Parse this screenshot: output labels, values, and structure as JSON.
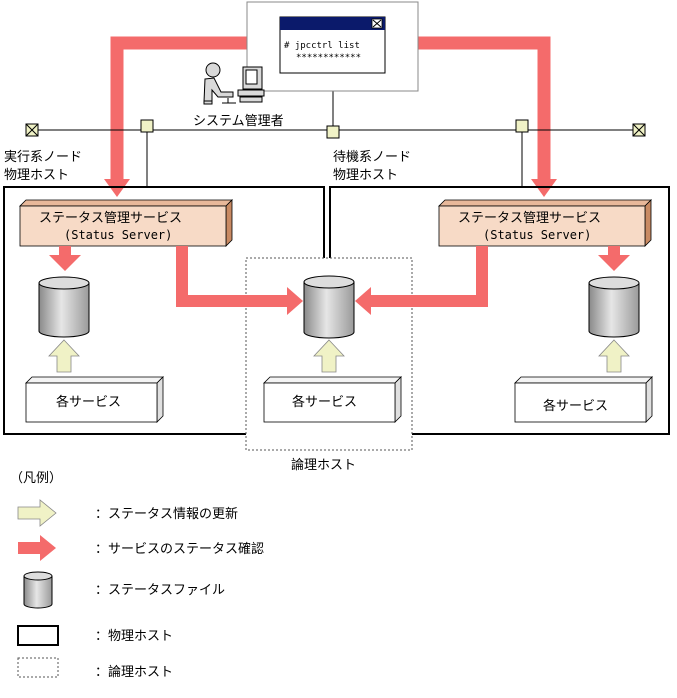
{
  "terminal": {
    "command": "# jpcctrl list",
    "output": "************"
  },
  "admin_label": "システム管理者",
  "nodes": {
    "active": {
      "line1": "実行系ノード",
      "line2": "物理ホスト"
    },
    "standby": {
      "line1": "待機系ノード",
      "line2": "物理ホスト"
    }
  },
  "status_service": {
    "name": "ステータス管理サービス",
    "sub": "(Status Server)"
  },
  "each_service": "各サービス",
  "logical_host": "論理ホスト",
  "legend": {
    "title": "（凡例）",
    "items": [
      {
        "symbol": "arrow-yellow",
        "label": "：ステータス情報の更新"
      },
      {
        "symbol": "arrow-red",
        "label": "：サービスのステータス確認"
      },
      {
        "symbol": "cylinder",
        "label": "：ステータスファイル"
      },
      {
        "symbol": "solid-box",
        "label": "：物理ホスト"
      },
      {
        "symbol": "dotted-box",
        "label": "：論理ホスト"
      }
    ]
  },
  "colors": {
    "red_arrow": "#f46b6b",
    "yellow_arrow": "#f0f2c6",
    "service_fill": "#f7dac6",
    "service_side": "#c98a63",
    "cylinder": "#bdbdbd"
  }
}
